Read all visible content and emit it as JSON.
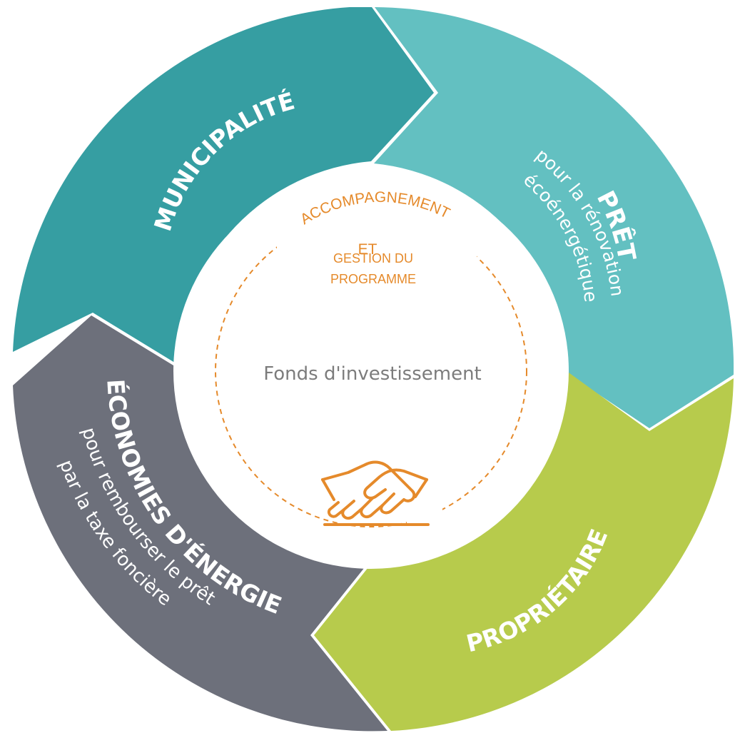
{
  "colors": {
    "municipalite": "#369ea2",
    "pret": "#63c0c1",
    "proprietaire": "#b7cb4c",
    "economies": "#6d707b",
    "accent": "#e58a2b",
    "fund_text": "#7c7c7c"
  },
  "segments": {
    "municipalite": {
      "title": "MUNICIPALITÉ"
    },
    "pret": {
      "title": "PRÊT",
      "subtitle_1": "pour la rénovation",
      "subtitle_2": "écoénergétique"
    },
    "proprietaire": {
      "title": "PROPRIÉTAIRE"
    },
    "economies": {
      "title": "ÉCONOMIES D'ÉNERGIE",
      "subtitle_1": "pour rembourser le prêt",
      "subtitle_2": "par la taxe foncière"
    }
  },
  "center": {
    "arc_text": "ACCOMPAGNEMENT",
    "line_1": "ET",
    "line_2": "GESTION DU",
    "line_3": "PROGRAMME",
    "fund": "Fonds d'investissement",
    "icon": "handshake-icon"
  }
}
